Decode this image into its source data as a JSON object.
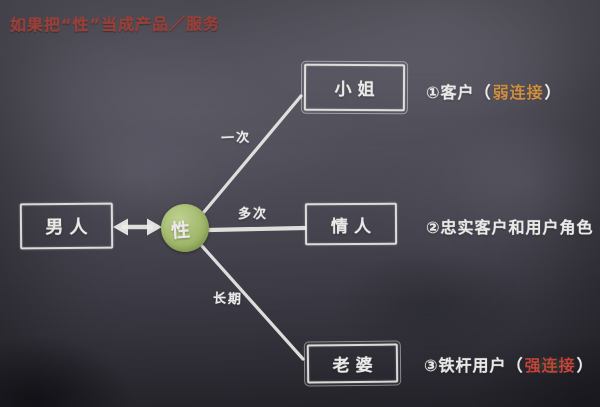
{
  "title": "如果把“性”当成产品／服务",
  "nodes": {
    "man": "男人",
    "sex": "性",
    "miss": "小姐",
    "lover": "情人",
    "wife": "老婆"
  },
  "edges": [
    {
      "label": "一次"
    },
    {
      "label": "多次"
    },
    {
      "label": "长期"
    }
  ],
  "annotations": [
    {
      "number": "①",
      "text": "客户",
      "paren_open": "（",
      "highlight": "弱连接",
      "paren_close": "）",
      "highlight_color": "#cf8f42"
    },
    {
      "number": "②",
      "text": "忠实客户和用户角色",
      "paren_open": "",
      "highlight": "",
      "paren_close": "",
      "highlight_color": ""
    },
    {
      "number": "③",
      "text": "铁杆用户",
      "paren_open": "（",
      "highlight": "强连接",
      "paren_close": "）",
      "highlight_color": "#c2443a"
    }
  ],
  "colors": {
    "title_red": "#96403a",
    "chalk_white": "#ebe9e7",
    "circle_green": "#a6bd72",
    "weak_link_orange": "#cf8f42",
    "strong_link_red": "#c2443a",
    "board_top": "#64626e",
    "board_bottom": "#2e2d36"
  }
}
